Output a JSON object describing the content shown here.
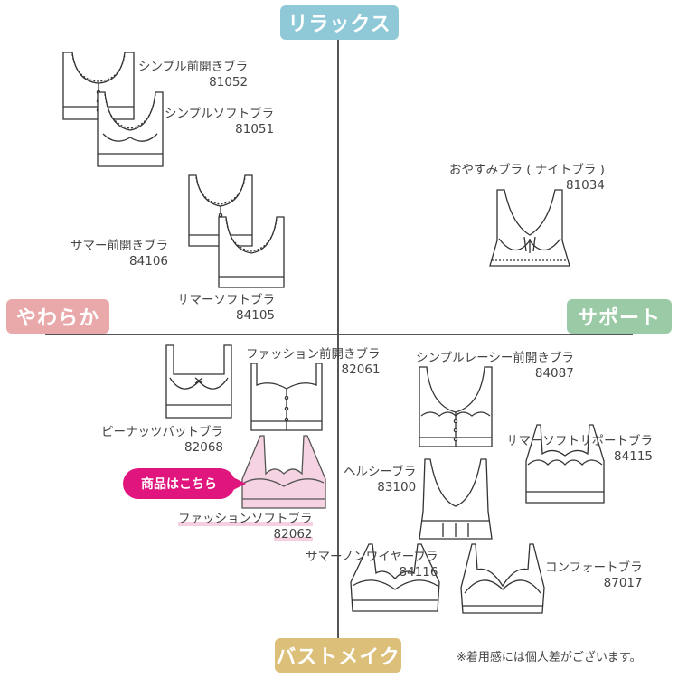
{
  "axes": {
    "top": "リラックス",
    "bottom": "バストメイク",
    "left": "やわらか",
    "right": "サポート"
  },
  "products": [
    {
      "id": "p81052",
      "name": "シンプル前開きブラ",
      "code": "81052"
    },
    {
      "id": "p81051",
      "name": "シンプルソフトブラ",
      "code": "81051"
    },
    {
      "id": "p81034",
      "name": "おやすみブラ ( ナイトブラ )",
      "code": "81034"
    },
    {
      "id": "p84106",
      "name": "サマー前開きブラ",
      "code": "84106"
    },
    {
      "id": "p84105",
      "name": "サマーソフトブラ",
      "code": "84105"
    },
    {
      "id": "p82061",
      "name": "ファッション前開きブラ",
      "code": "82061"
    },
    {
      "id": "p84087",
      "name": "シンプルレーシー前開きブラ",
      "code": "84087"
    },
    {
      "id": "p82068",
      "name": "ピーナッツパットブラ",
      "code": "82068"
    },
    {
      "id": "p84115",
      "name": "サマーソフトサポートブラ",
      "code": "84115"
    },
    {
      "id": "p83100",
      "name": "ヘルシーブラ",
      "code": "83100"
    },
    {
      "id": "p82062",
      "name": "ファッションソフトブラ",
      "code": "82062"
    },
    {
      "id": "p84116",
      "name": "サマーノンワイヤーブラ",
      "code": "84116"
    },
    {
      "id": "p87017",
      "name": "コンフォートブラ",
      "code": "87017"
    }
  ],
  "cta": "商品はこちら",
  "note": "※着用感には個人差がございます。",
  "colors": {
    "relax": "#8fc9d8",
    "bustmake": "#dcc07a",
    "soft": "#e9a9ab",
    "support": "#9bcba6",
    "cta": "#e0157e",
    "highlight_fill": "#f6d3e3"
  }
}
